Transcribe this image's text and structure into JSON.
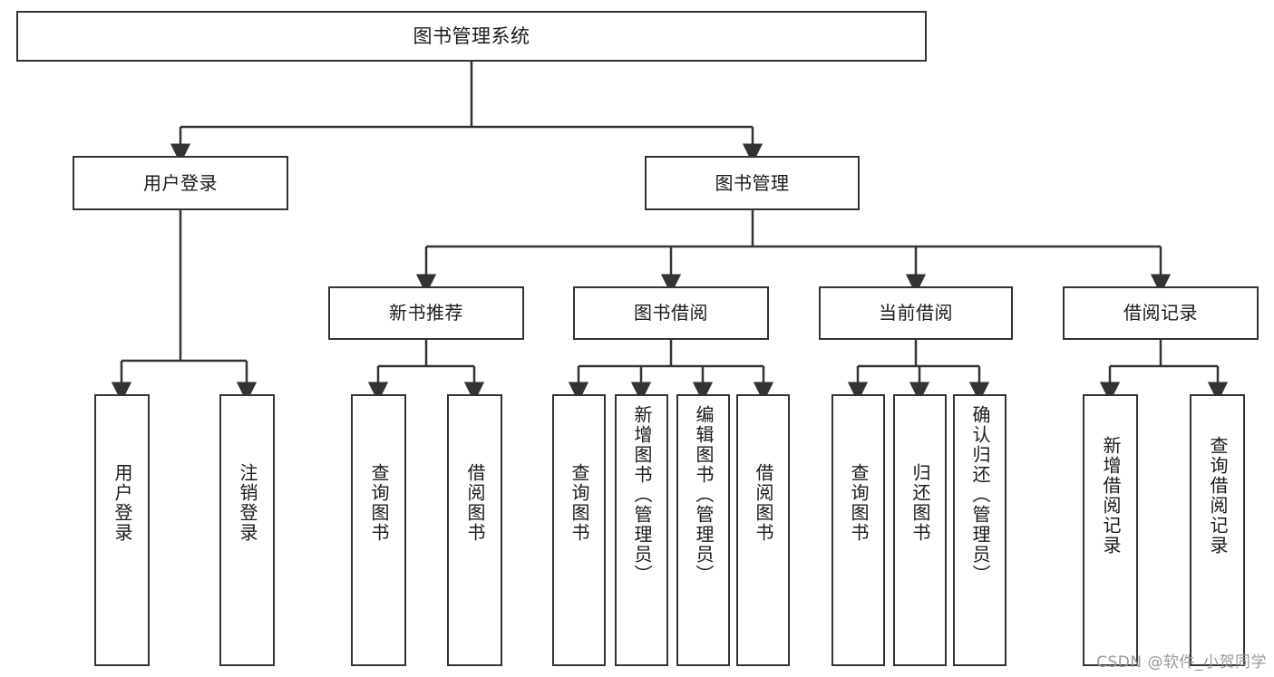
{
  "diagram": {
    "title": "图书管理系统",
    "type": "tree",
    "orientation": "top-down",
    "colors": {
      "box_border": "#333333",
      "box_fill": "#ffffff",
      "connector": "#333333",
      "text": "#1a1a1a",
      "background": "#ffffff",
      "watermark": "#9a9a9a"
    },
    "root": {
      "label": "图书管理系统"
    },
    "level2": [
      {
        "label": "用户登录"
      },
      {
        "label": "图书管理"
      }
    ],
    "level3": [
      {
        "label": "新书推荐"
      },
      {
        "label": "图书借阅"
      },
      {
        "label": "当前借阅"
      },
      {
        "label": "借阅记录"
      }
    ],
    "leaves": {
      "user_login": [
        {
          "label": "用户登录"
        },
        {
          "label": "注销登录"
        }
      ],
      "new_recommend": [
        {
          "label": "查询图书"
        },
        {
          "label": "借阅图书"
        }
      ],
      "book_borrow": [
        {
          "label": "查询图书"
        },
        {
          "label": "新增图书（管理员）"
        },
        {
          "label": "编辑图书（管理员）"
        },
        {
          "label": "借阅图书"
        }
      ],
      "current_borrow": [
        {
          "label": "查询图书"
        },
        {
          "label": "归还图书"
        },
        {
          "label": "确认归还（管理员）"
        }
      ],
      "borrow_record": [
        {
          "label": "新增借阅记录"
        },
        {
          "label": "查询借阅记录"
        }
      ]
    }
  },
  "watermark": {
    "text": "CSDN @软件_小贺同学"
  }
}
